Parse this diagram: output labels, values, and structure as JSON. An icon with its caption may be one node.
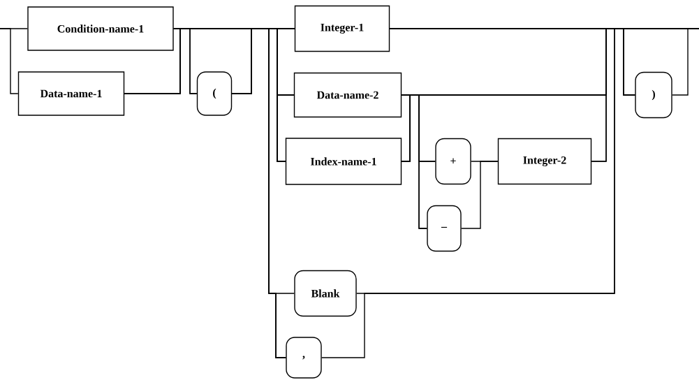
{
  "diagram": {
    "nodes": [
      {
        "text": [
          "Condition-name-1"
        ]
      },
      {
        "text": [
          "Data-name-1"
        ]
      },
      {
        "text": [
          "("
        ]
      },
      {
        "text": [
          "Integer-1"
        ]
      },
      {
        "text": [
          "Data-name-2"
        ]
      },
      {
        "text": [
          "Index-name-1"
        ]
      },
      {
        "text": [
          "+"
        ]
      },
      {
        "text": [
          "–"
        ]
      },
      {
        "text": [
          "Integer-2"
        ]
      },
      {
        "text": [
          "Blank"
        ]
      },
      {
        "text": [
          ","
        ]
      },
      {
        "text": [
          ")"
        ]
      }
    ],
    "edges": [
      {
        "from": null,
        "to": 0,
        "arrow": "none"
      },
      {
        "from": null,
        "to": 1,
        "arrow": "none"
      },
      {
        "from": 0,
        "to": 2,
        "arrow": "none"
      },
      {
        "from": 1,
        "to": 2,
        "arrow": "none"
      },
      {
        "from": 0,
        "to": 3,
        "arrow": "none"
      },
      {
        "from": 0,
        "to": 4,
        "arrow": "none"
      },
      {
        "from": 0,
        "to": 5,
        "arrow": "none"
      },
      {
        "from": 1,
        "to": 3,
        "arrow": "none"
      },
      {
        "from": 1,
        "to": 4,
        "arrow": "none"
      },
      {
        "from": 1,
        "to": 5,
        "arrow": "none"
      },
      {
        "from": 2,
        "to": 3,
        "arrow": "none"
      },
      {
        "from": 2,
        "to": 4,
        "arrow": "none"
      },
      {
        "from": 2,
        "to": 5,
        "arrow": "none"
      },
      {
        "from": 4,
        "to": 6,
        "arrow": "none"
      },
      {
        "from": 4,
        "to": 7,
        "arrow": "none"
      },
      {
        "from": 5,
        "to": 6,
        "arrow": "none"
      },
      {
        "from": 5,
        "to": 7,
        "arrow": "none"
      },
      {
        "from": 6,
        "to": 8,
        "arrow": "none"
      },
      {
        "from": 7,
        "to": 8,
        "arrow": "none"
      },
      {
        "from": 3,
        "to": 11,
        "arrow": "none"
      },
      {
        "from": 4,
        "to": 11,
        "arrow": "none"
      },
      {
        "from": 5,
        "to": 11,
        "arrow": "none"
      },
      {
        "from": 8,
        "to": 11,
        "arrow": "none"
      },
      {
        "from": 3,
        "to": null,
        "arrow": "none"
      },
      {
        "from": 4,
        "to": null,
        "arrow": "none"
      },
      {
        "from": 5,
        "to": null,
        "arrow": "none"
      },
      {
        "from": 8,
        "to": null,
        "arrow": "none"
      },
      {
        "from": 11,
        "to": null,
        "arrow": "none"
      },
      {
        "from": 3,
        "to": 9,
        "arrow": "none"
      },
      {
        "from": 3,
        "to": 10,
        "arrow": "none"
      },
      {
        "from": 9,
        "to": 3,
        "arrow": "none"
      },
      {
        "from": 10,
        "to": 3,
        "arrow": "none"
      },
      {
        "from": 10,
        "to": 4,
        "arrow": "none"
      },
      {
        "from": 10,
        "to": 5,
        "arrow": "none"
      }
    ]
  }
}
